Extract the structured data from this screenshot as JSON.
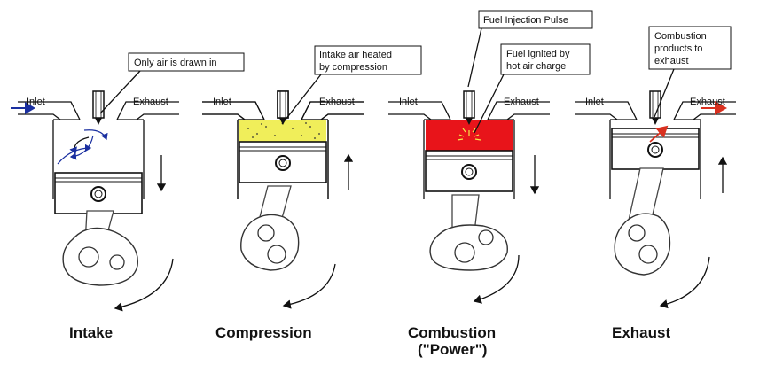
{
  "labels": {
    "inlet": "Inlet",
    "exhaust": "Exhaust"
  },
  "stages": [
    {
      "caption": "Intake",
      "callouts": [
        "Only air is drawn in"
      ]
    },
    {
      "caption": "Compression",
      "callouts": [
        "Intake air heated",
        "by compression"
      ]
    },
    {
      "caption": "Combustion",
      "caption_line2": "(\"Power\")",
      "callouts": [
        "Fuel Injection Pulse",
        "Fuel ignited by",
        "hot air charge"
      ]
    },
    {
      "caption": "Exhaust",
      "callouts": [
        "Combustion",
        "products to",
        "exhaust"
      ]
    }
  ],
  "colors": {
    "compressed_air": "#f0ee5a",
    "combustion": "#e8141a",
    "intake_arrows": "#1a2fa0",
    "exhaust_arrows": "#d9301f"
  }
}
